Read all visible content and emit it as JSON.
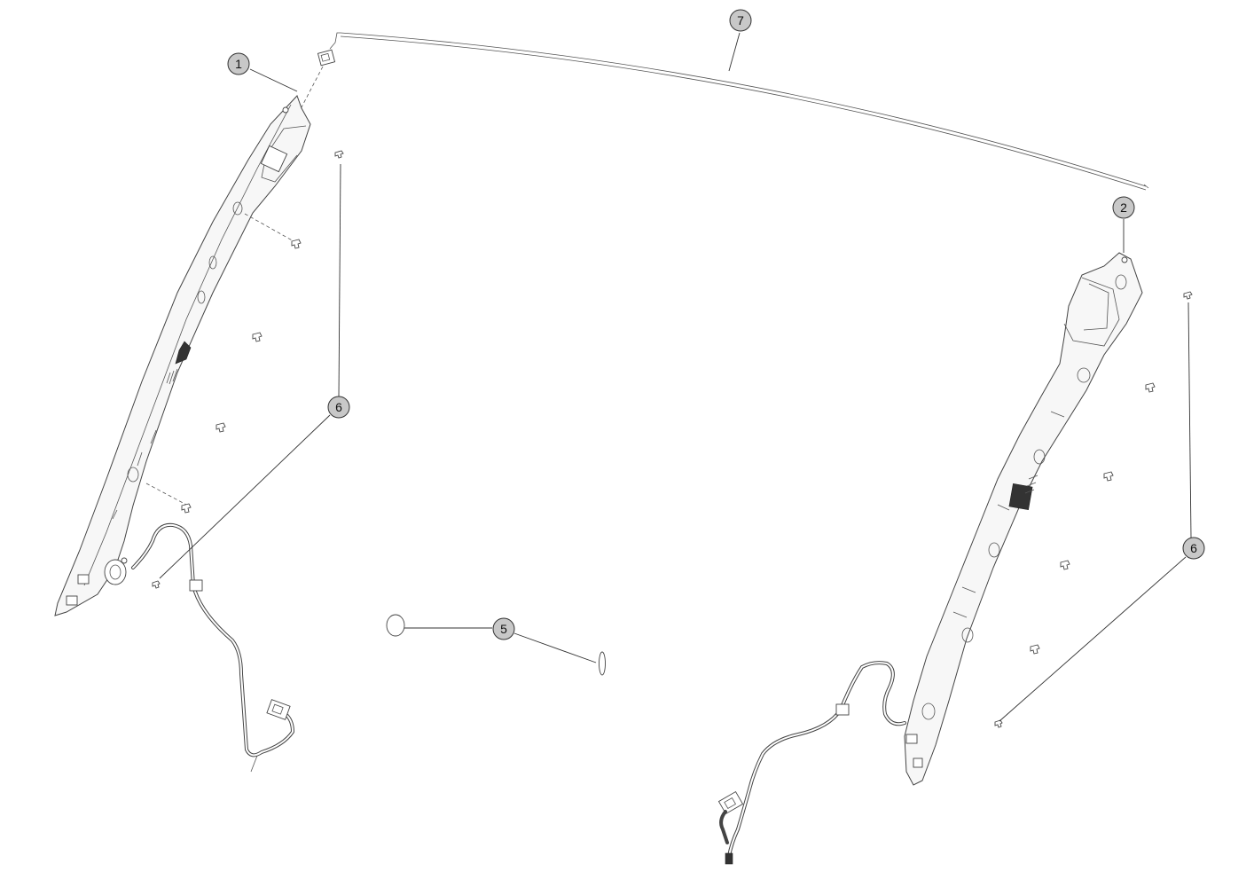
{
  "callouts": {
    "c1": "1",
    "c2": "2",
    "c5": "5",
    "c6a": "6",
    "c6b": "6",
    "c7": "7"
  }
}
